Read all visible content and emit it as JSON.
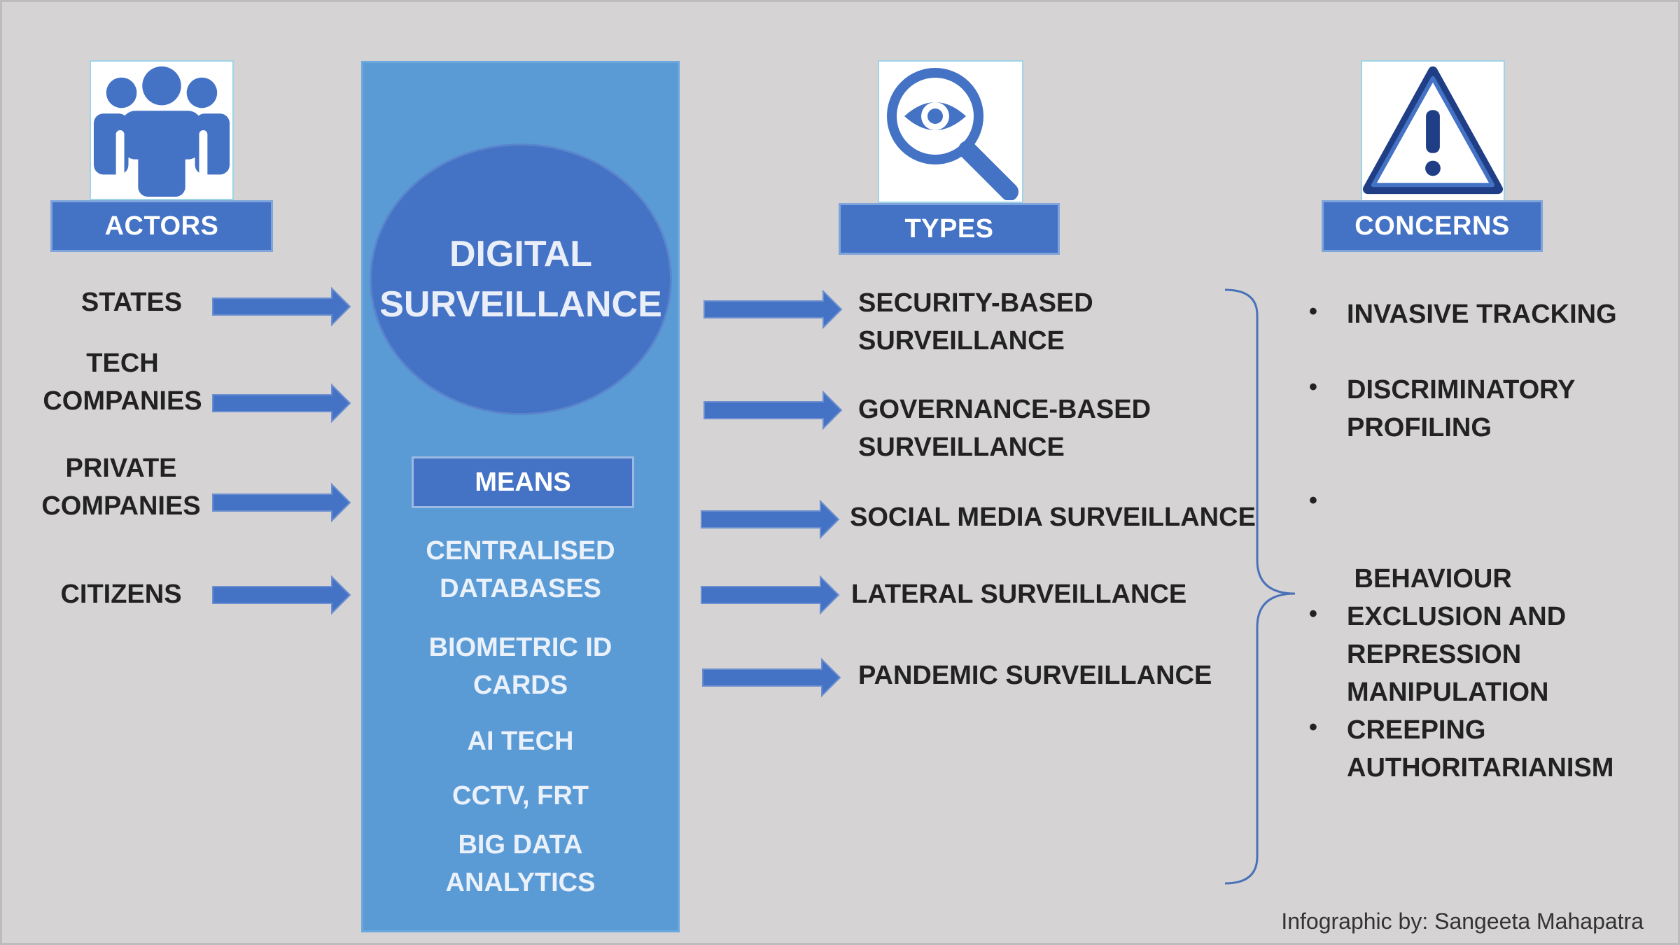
{
  "headers": {
    "actors": "ACTORS",
    "types": "TYPES",
    "concerns": "CONCERNS"
  },
  "icons": {
    "actors": "people-group-icon",
    "types": "magnifier-eye-icon",
    "concerns": "warning-triangle-icon"
  },
  "center": {
    "title_line1": "DIGITAL",
    "title_line2": "SURVEILLANCE",
    "means_label": "MEANS",
    "means": [
      {
        "line1": "CENTRALISED",
        "line2": "DATABASES"
      },
      {
        "line1": "BIOMETRIC ID",
        "line2": "CARDS"
      },
      {
        "line1": "AI TECH",
        "line2": ""
      },
      {
        "line1": "CCTV, FRT",
        "line2": ""
      },
      {
        "line1": "BIG DATA",
        "line2": "ANALYTICS"
      }
    ]
  },
  "actors": [
    {
      "line1": "STATES",
      "line2": ""
    },
    {
      "line1": "TECH",
      "line2": "COMPANIES"
    },
    {
      "line1": "PRIVATE",
      "line2": "COMPANIES"
    },
    {
      "line1": "CITIZENS",
      "line2": ""
    }
  ],
  "types": [
    {
      "line1": "SECURITY-BASED",
      "line2": "SURVEILLANCE"
    },
    {
      "line1": "GOVERNANCE-BASED",
      "line2": "SURVEILLANCE"
    },
    {
      "line1": "SOCIAL MEDIA SURVEILLANCE",
      "line2": ""
    },
    {
      "line1": "LATERAL SURVEILLANCE",
      "line2": ""
    },
    {
      "line1": "PANDEMIC SURVEILLANCE",
      "line2": ""
    }
  ],
  "concerns": [
    {
      "line1": "INVASIVE TRACKING",
      "line2": ""
    },
    {
      "line1": "DISCRIMINATORY",
      "line2": "PROFILING"
    },
    {
      "line1": " BEHAVIOUR",
      "line2": "MANIPULATION"
    },
    {
      "line1": "EXCLUSION AND",
      "line2": "REPRESSION"
    },
    {
      "line1": "CREEPING",
      "line2": "AUTHORITARIANISM"
    }
  ],
  "bullet_char": "•",
  "credit": "Infographic by: Sangeeta Mahapatra",
  "colors": {
    "background": "#d5d3d4",
    "primary_blue": "#4472c4",
    "column_blue": "#5b9bd5",
    "text_dark": "#222222",
    "text_light": "#eaf1fb"
  }
}
